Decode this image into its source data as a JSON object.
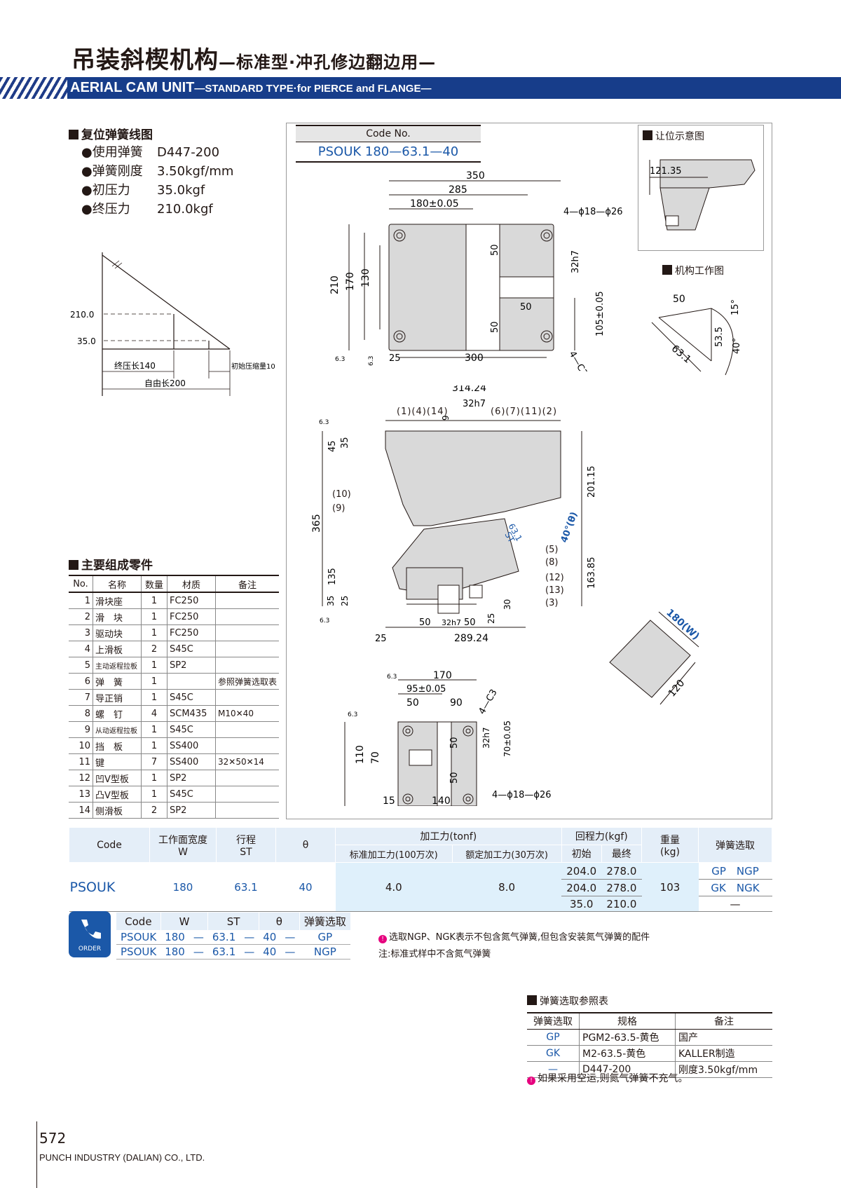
{
  "header": {
    "title_cn": "吊装斜楔机构",
    "title_cn_sub": "—标准型·冲孔修边翻边用—",
    "title_en": "AERIAL CAM UNIT",
    "title_en_sub": "—STANDARD TYPE·for PIERCE and FLANGE—"
  },
  "spring_section": {
    "heading": "复位弹簧线图",
    "specs": [
      {
        "k": "●使用弹簧",
        "v": "D447-200"
      },
      {
        "k": "●弹簧刚度",
        "v": "3.50kgf/mm"
      },
      {
        "k": "●初压力",
        "v": "35.0kgf"
      },
      {
        "k": "●终压力",
        "v": "210.0kgf"
      }
    ],
    "graph": {
      "y_high": "210.0",
      "y_low": "35.0",
      "final_len": "终压长140",
      "initial_comp": "初始压缩量10",
      "free_len": "自由长200"
    }
  },
  "code_no": {
    "label": "Code No.",
    "value": "PSOUK 180—63.1—40"
  },
  "inset_clearance": {
    "heading": "让位示意图",
    "dim": "121.35"
  },
  "inset_mechanism": {
    "heading": "机构工作图",
    "dims": [
      "50",
      "63.1",
      "53.5",
      "15°",
      "40°"
    ]
  },
  "top_view_dims": [
    "350",
    "285",
    "180±0.05",
    "4—ϕ18—ϕ26",
    "50",
    "32h7",
    "210",
    "170",
    "130",
    "50",
    "50",
    "105±0.05",
    "25",
    "300",
    "4—C3",
    "6.3",
    "6.3"
  ],
  "side_view_dims": [
    "314.24",
    "32h7",
    "9",
    "45",
    "35",
    "201.15",
    "365",
    "135",
    "163.85",
    "35",
    "25",
    "30",
    "50",
    "32h7",
    "50",
    "25",
    "25",
    "289.24",
    "6.3",
    "6.3",
    "63.1",
    "ST",
    "40°(θ)"
  ],
  "bottom_view_dims": [
    "170",
    "95±0.05",
    "50",
    "90",
    "4—C3",
    "140",
    "110",
    "70",
    "50",
    "50",
    "32h7",
    "70±0.05",
    "15",
    "140",
    "4—ϕ18—ϕ26",
    "6.3",
    "6.3"
  ],
  "callouts_top": [
    "1",
    "4",
    "14",
    "6",
    "7",
    "11",
    "2"
  ],
  "callouts_side": [
    "10",
    "9",
    "5",
    "8",
    "12",
    "13",
    "3"
  ],
  "workface": {
    "w": "180(W)",
    "h": "120"
  },
  "parts_section": {
    "heading": "主要组成零件",
    "headers": [
      "No.",
      "名称",
      "数量",
      "材质",
      "备注"
    ],
    "rows": [
      [
        "1",
        "滑块座",
        "1",
        "FC250",
        ""
      ],
      [
        "2",
        "滑　块",
        "1",
        "FC250",
        ""
      ],
      [
        "3",
        "驱动块",
        "1",
        "FC250",
        ""
      ],
      [
        "4",
        "上滑板",
        "2",
        "S45C",
        ""
      ],
      [
        "5",
        "主动返程拉板",
        "1",
        "SP2",
        ""
      ],
      [
        "6",
        "弹　簧",
        "1",
        "",
        "参照弹簧选取表"
      ],
      [
        "7",
        "导正销",
        "1",
        "S45C",
        ""
      ],
      [
        "8",
        "螺　钉",
        "4",
        "SCM435",
        "M10✕40"
      ],
      [
        "9",
        "从动返程拉板",
        "1",
        "S45C",
        ""
      ],
      [
        "10",
        "挡　板",
        "1",
        "SS400",
        ""
      ],
      [
        "11",
        "键",
        "7",
        "SS400",
        "32✕50✕14"
      ],
      [
        "12",
        "凹V型板",
        "1",
        "SP2",
        ""
      ],
      [
        "13",
        "凸V型板",
        "1",
        "S45C",
        ""
      ],
      [
        "14",
        "侧滑板",
        "2",
        "SP2",
        ""
      ]
    ]
  },
  "main_table": {
    "h_code": "Code",
    "h_w": "工作面宽度",
    "h_w2": "W",
    "h_st": "行程",
    "h_st2": "ST",
    "h_theta": "θ",
    "h_force": "加工力(tonf)",
    "h_force_std": "标准加工力(100万次)",
    "h_force_rated": "额定加工力(30万次)",
    "h_return": "回程力(kgf)",
    "h_return_init": "初始",
    "h_return_final": "最终",
    "h_weight": "重量",
    "h_weight2": "(kg)",
    "h_spring": "弹簧选取",
    "code": "PSOUK",
    "w": "180",
    "st": "63.1",
    "theta": "40",
    "force_std": "4.0",
    "force_rated": "8.0",
    "return_rows": [
      [
        "204.0",
        "278.0"
      ],
      [
        "204.0",
        "278.0"
      ],
      [
        "35.0",
        "210.0"
      ]
    ],
    "weight": "103",
    "spring_rows": [
      "GP　NGP",
      "GK　NGK",
      "—"
    ]
  },
  "order": {
    "badge": "ORDER",
    "headers": [
      "Code",
      "W",
      "ST",
      "θ",
      "弹簧选取"
    ],
    "rows": [
      [
        "PSOUK",
        "180",
        "—",
        "63.1",
        "—",
        "40",
        "—",
        "GP"
      ],
      [
        "PSOUK",
        "180",
        "—",
        "63.1",
        "—",
        "40",
        "—",
        "NGP"
      ]
    ],
    "note1": "选取NGP、NGK表示不包含氮气弹簧,但包含安装氮气弹簧的配件",
    "note2": "注:标准式样中不含氮气弹簧"
  },
  "spring_ref": {
    "heading": "弹簧选取参照表",
    "headers": [
      "弹簧选取",
      "规格",
      "备注"
    ],
    "rows": [
      [
        "GP",
        "PGM2-63.5-黄色",
        "国产"
      ],
      [
        "GK",
        "M2-63.5-黄色",
        "KALLER制造"
      ],
      [
        "—",
        "D447-200",
        "刚度3.50kgf/mm"
      ]
    ],
    "note": "如果采用空运,则氮气弹簧不充气。"
  },
  "footer": {
    "page": "572",
    "company": "PUNCH INDUSTRY (DALIAN) CO., LTD."
  },
  "colors": {
    "brand_blue": "#173d8a",
    "accent_blue": "#1b58a8",
    "light_blue": "#dff0fb",
    "note_magenta": "#e6007e"
  }
}
